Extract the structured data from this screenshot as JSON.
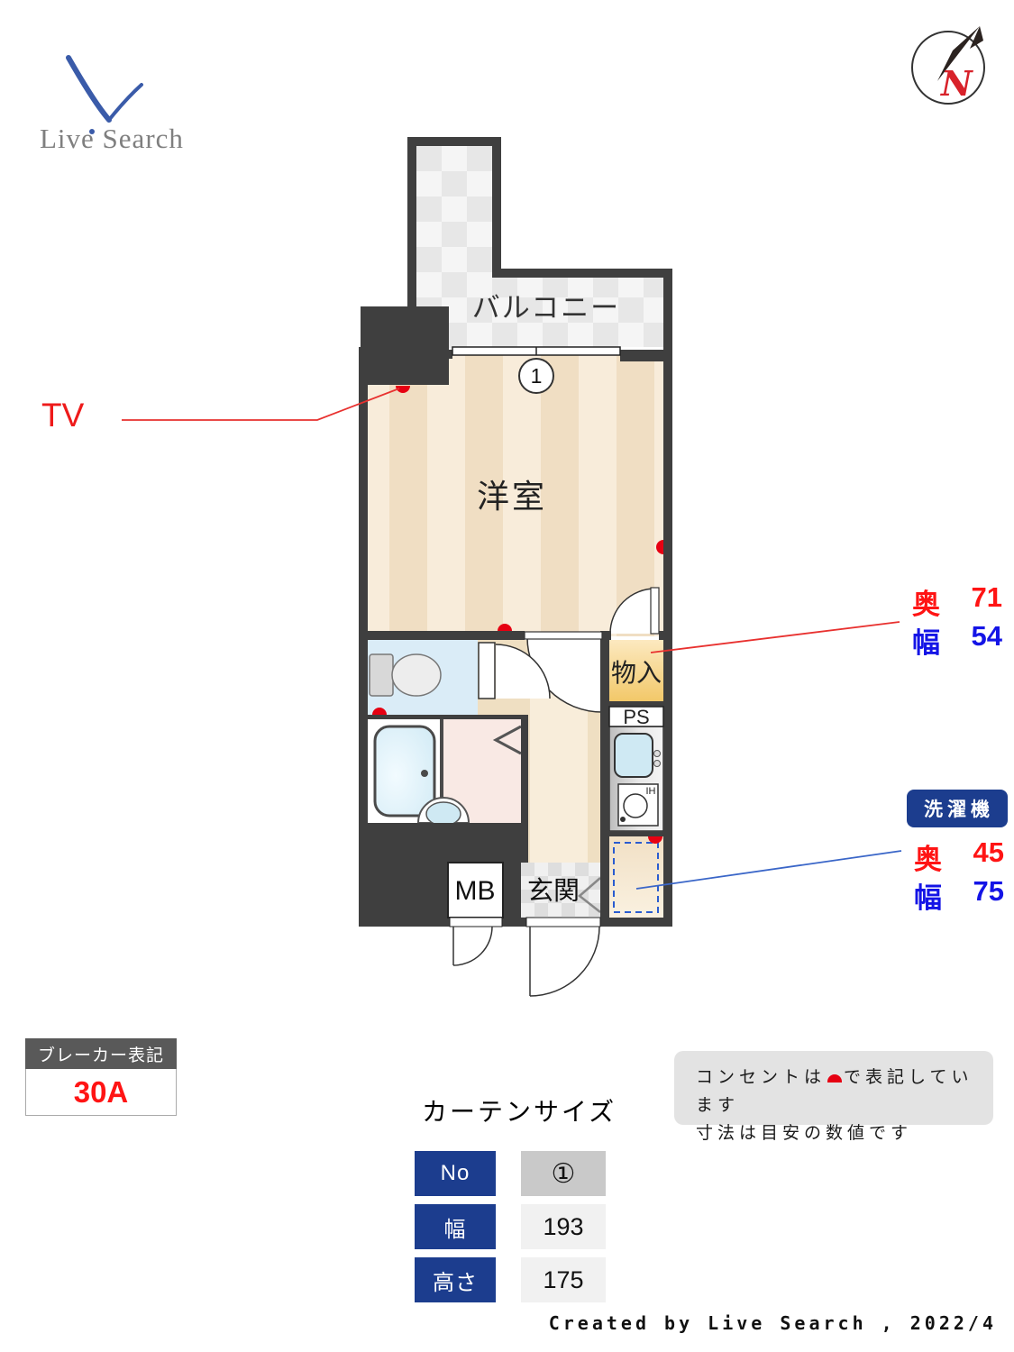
{
  "colors": {
    "wall": "#3f3f3f",
    "outlet_red": "#e60012",
    "dim_red": "#ff1414",
    "dim_blue": "#1414e6",
    "navy": "#1c3d8e",
    "room_stripe_light": "#f8ecda",
    "room_stripe_dark": "#f0dec3",
    "toilet_floor": "#daecf7",
    "bath_floor": "#f9e9e4",
    "storage_fill": "#f2c869"
  },
  "logo": {
    "name": "Live Search"
  },
  "compass": {
    "north": "N"
  },
  "plan": {
    "balcony": "バルコニー",
    "room": "洋室",
    "storage": "物入",
    "pipe_space": "PS",
    "meter_box": "MB",
    "entrance": "玄関",
    "ih": "IH",
    "window_no": "1"
  },
  "annotations": {
    "tv": "TV",
    "storage_dims": {
      "rows": [
        {
          "label": "奥",
          "value": "71"
        },
        {
          "label": "幅",
          "value": "54"
        }
      ]
    },
    "washer": {
      "badge": "洗濯機",
      "rows": [
        {
          "label": "奥",
          "value": "45"
        },
        {
          "label": "幅",
          "value": "75"
        }
      ]
    }
  },
  "breaker": {
    "title": "ブレーカー表記",
    "value": "30A"
  },
  "curtain": {
    "title": "カーテンサイズ",
    "rows": [
      {
        "label": "No",
        "value": "①"
      },
      {
        "label": "幅",
        "value": "193"
      },
      {
        "label": "高さ",
        "value": "175"
      }
    ]
  },
  "notes": {
    "line1_pre": "コンセントは",
    "line1_post": "で表記しています",
    "line2": "寸法は目安の数値です"
  },
  "footer": "Created by Live Search , 2022/4"
}
